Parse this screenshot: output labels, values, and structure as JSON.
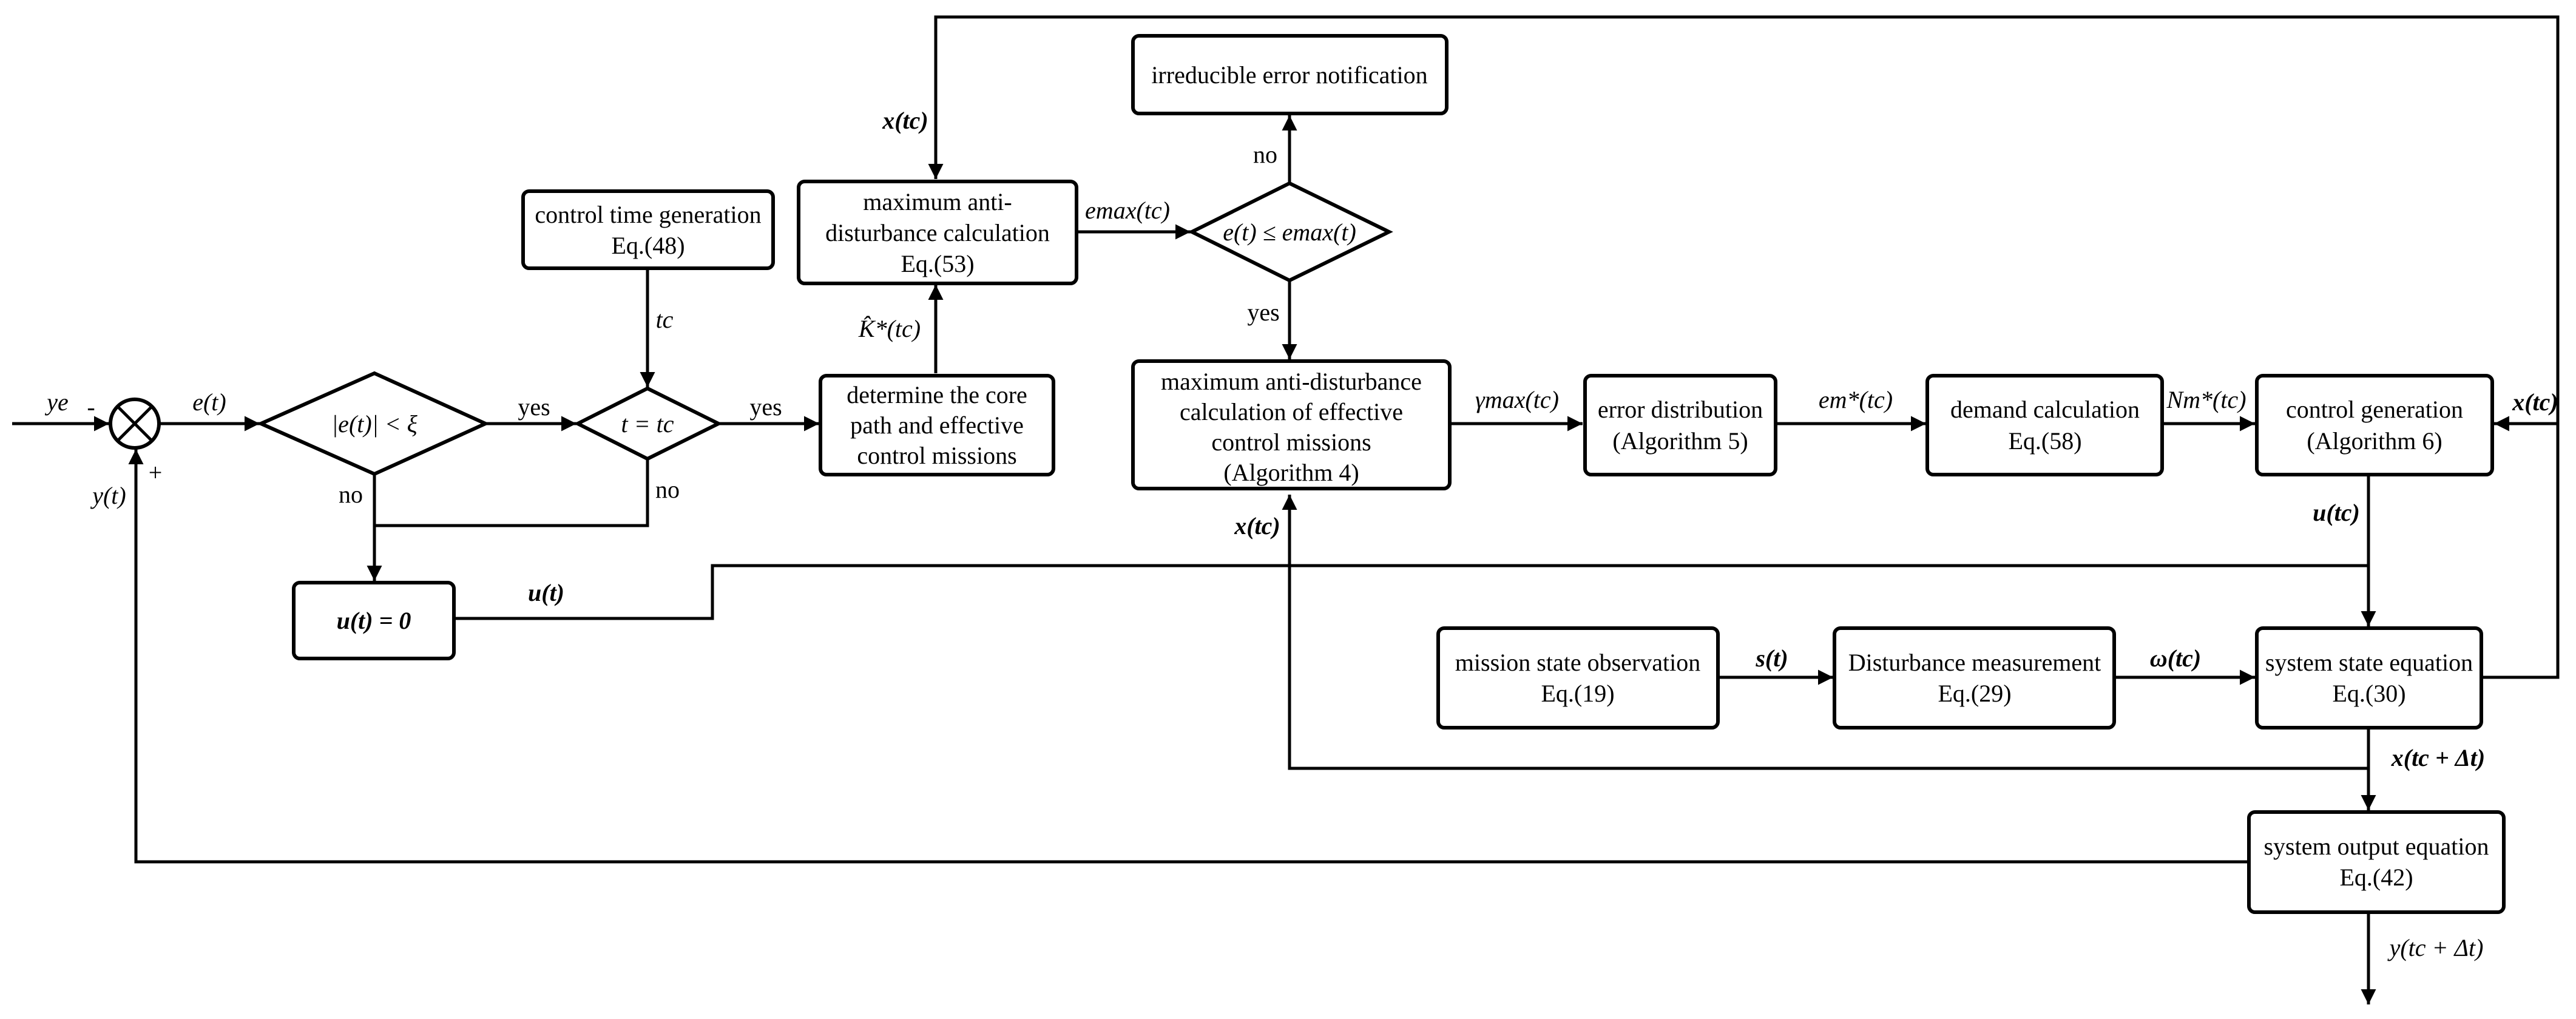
{
  "blocks": {
    "control_time_generation": [
      "control time generation",
      "Eq.(48)"
    ],
    "max_anti_disturbance": [
      "maximum anti-",
      "disturbance calculation",
      "Eq.(53)"
    ],
    "irreducible_error": [
      "irreducible error notification"
    ],
    "core_path": [
      "determine the core",
      "path and effective",
      "control missions"
    ],
    "max_anti_disturbance_effective": [
      "maximum anti-disturbance",
      "calculation of effective",
      "control missions",
      "(Algorithm 4)"
    ],
    "error_distribution": [
      "error distribution",
      "(Algorithm 5)"
    ],
    "demand_calculation": [
      "demand calculation",
      "Eq.(58)"
    ],
    "control_generation": [
      "control generation",
      "(Algorithm 6)"
    ],
    "zero_control": "u(t) = 0",
    "mission_state_observation": [
      "mission state observation",
      "Eq.(19)"
    ],
    "disturbance_measurement": [
      "Disturbance measurement",
      "Eq.(29)"
    ],
    "system_state_equation": [
      "system state equation",
      "Eq.(30)"
    ],
    "system_output_equation": [
      "system output equation",
      "Eq.(42)"
    ]
  },
  "decisions": {
    "error_threshold": "|e(t)| < ξ",
    "time_check": "t = tc",
    "error_bound": "e(t) ≤ emax(t)"
  },
  "edge_labels": {
    "yes": "yes",
    "no": "no",
    "minus": "-",
    "plus": "+"
  },
  "signals": {
    "ye": "ye",
    "et": "e(t)",
    "yt": "y(t)",
    "tc": "tc",
    "ut": "u(t)",
    "k_hat": "K̂*(tc)",
    "xtc": "x(tc)",
    "emax_tc": "emax(tc)",
    "gamma": "γmax(tc)",
    "e_m": "em*(tc)",
    "n_m": "Nm*(tc)",
    "utc": "u(tc)",
    "st": "s(t)",
    "omega": "ω(tc)",
    "x_next": "x(tc + Δt)",
    "y_next": "y(tc + Δt)"
  }
}
